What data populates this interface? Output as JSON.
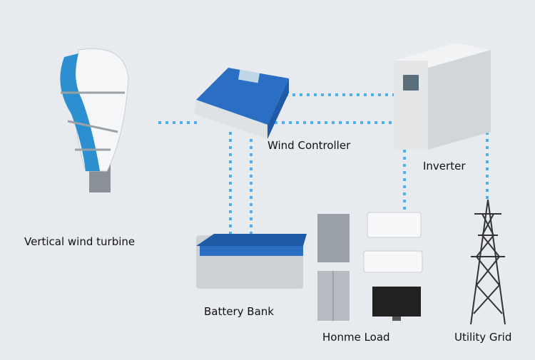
{
  "labels": {
    "turbine": "Vertical wind turbine",
    "controller": "Wind Controller",
    "inverter": "Inverter",
    "battery": "Battery Bank",
    "load": "Honme Load",
    "grid": "Utility Grid"
  },
  "colors": {
    "background": "#e7eaef",
    "connection": "#4db0f0",
    "device_blue": "#2a6fc4"
  }
}
